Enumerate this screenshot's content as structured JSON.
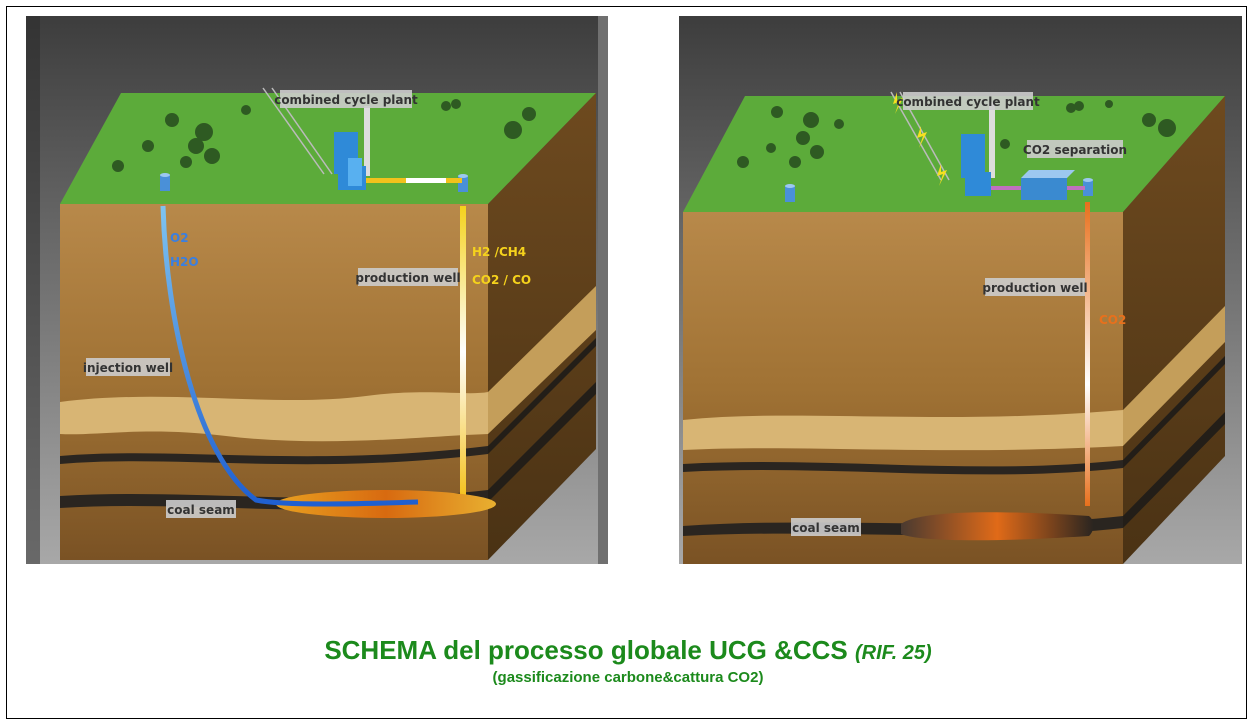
{
  "left_panel": {
    "labels": {
      "plant": "combined cycle plant",
      "injection_gases": [
        "O2",
        "H2O"
      ],
      "production_well": "production well",
      "product_gases": [
        "H2 /CH4",
        "CO2 / CO"
      ],
      "injection_well": "injection well",
      "coal_seam": "coal seam"
    }
  },
  "right_panel": {
    "labels": {
      "plant": "combined cycle plant",
      "separation": "CO2 separation",
      "production_well": "production well",
      "product_gas": "CO2",
      "coal_seam": "coal seam"
    }
  },
  "caption": {
    "title": "SCHEMA del processo globale  UCG &CCS",
    "reference": "(RIF. 25)",
    "subtitle": "(gassificazione carbone&cattura CO2)"
  },
  "colors": {
    "caption_green": "#1c8a1c",
    "grass": "#5cab3a",
    "soil": "#9a6a2c",
    "injection_pipe": "#3a7fe0",
    "production_pipe_left": "#f2c21c",
    "production_pipe_right": "#e8701c"
  }
}
